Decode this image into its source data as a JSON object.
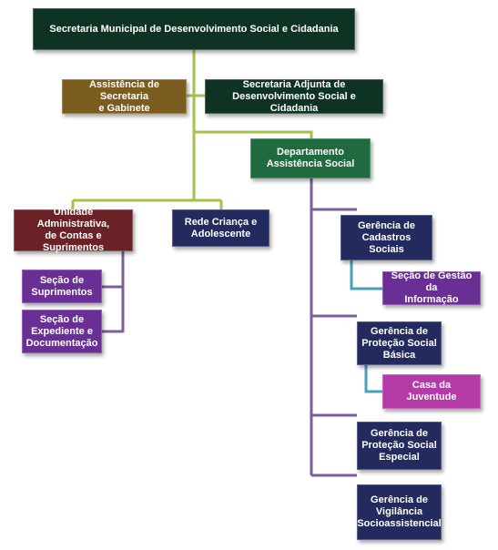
{
  "colors": {
    "dark_green": "#0f3323",
    "olive_brown": "#7a5c1e",
    "green": "#1f6b3f",
    "maroon": "#6b2226",
    "navy": "#232a5e",
    "purple": "#6a2f94",
    "magenta": "#b43aa8",
    "line_green": "#a3c24b",
    "line_purple": "#7d5d97",
    "line_teal": "#4aa0b8"
  },
  "nodes": {
    "secretaria": "Secretaria Municipal de Desenvolvimento Social e Cidadania",
    "assistencia_gabinete": "Assistência de Secretaria\ne Gabinete",
    "secretaria_adjunta": "Secretaria Adjunta de\nDesenvolvimento Social e Cidadania",
    "departamento": "Departamento\nAssistência Social",
    "unidade_administrativa": "Unidade Administrativa,\nde Contas e Suprimentos",
    "rede_crianca": "Rede Criança e\nAdolescente",
    "secao_suprimentos": "Seção de\nSuprimentos",
    "secao_expediente": "Seção de\nExpediente e\nDocumentação",
    "gerencia_cadastros": "Gerência de\nCadastros Sociais",
    "secao_gestao_informacao": "Seção de Gestão da\nInformação",
    "gerencia_protecao_basica": "Gerência de\nProteção Social\nBásica",
    "casa_juventude": "Casa da Juventude",
    "gerencia_protecao_especial": "Gerência de\nProteção Social\nEspecial",
    "gerencia_vigilancia": "Gerência de\nVigilância\nSocioassistencial"
  }
}
